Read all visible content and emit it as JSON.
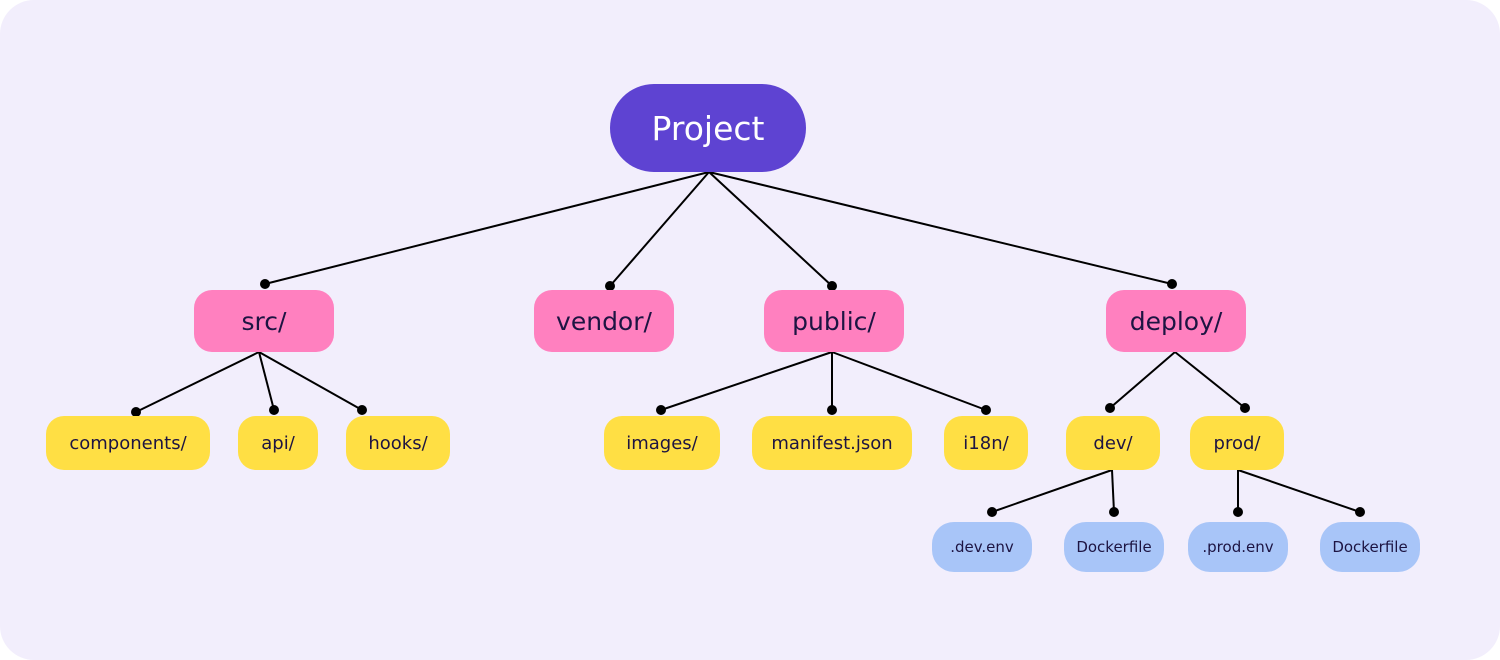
{
  "diagram": {
    "root": {
      "label": "Project"
    },
    "folders": [
      {
        "key": "src",
        "label": "src/"
      },
      {
        "key": "vendor",
        "label": "vendor/"
      },
      {
        "key": "public",
        "label": "public/"
      },
      {
        "key": "deploy",
        "label": "deploy/"
      }
    ],
    "src_children": [
      {
        "label": "components/"
      },
      {
        "label": "api/"
      },
      {
        "label": "hooks/"
      }
    ],
    "public_children": [
      {
        "label": "images/"
      },
      {
        "label": "manifest.json"
      },
      {
        "label": "i18n/"
      }
    ],
    "deploy_children": [
      {
        "label": "dev/"
      },
      {
        "label": "prod/"
      }
    ],
    "dev_children": [
      {
        "label": ".dev.env"
      },
      {
        "label": "Dockerfile"
      }
    ],
    "prod_children": [
      {
        "label": ".prod.env"
      },
      {
        "label": "Dockerfile"
      }
    ],
    "colors": {
      "background": "#f2eefc",
      "root": "#5e43d2",
      "folder": "#ff80bf",
      "subfolder": "#ffdf44",
      "file": "#a8c5f8",
      "connector": "#000000",
      "text": "#1d1442"
    }
  }
}
